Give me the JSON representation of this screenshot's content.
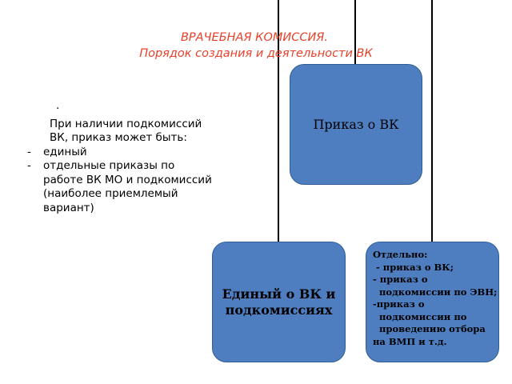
{
  "title": {
    "line1": "ВРАЧЕБНАЯ  КОМИССИЯ.",
    "line2": "Порядок создания и деятельности ВК"
  },
  "left_text": {
    "dot": ".",
    "intro": "При наличии подкомиссий ВК, приказ может быть:",
    "items": [
      {
        "dash": "-",
        "text": "единый"
      },
      {
        "dash": "-",
        "text": "отдельные приказы по работе ВК МО и подкомиссий (наиболее приемлемый вариант)"
      }
    ]
  },
  "diagram": {
    "top_node": "Приказ о ВК",
    "left_node": "Единый о ВК и подкомиссиях",
    "right_node_lines": [
      "Отдельно:",
      " - приказ о ВК;",
      "- приказ о",
      "  подкомиссии по ЭВН;",
      "-приказ о",
      "  подкомиссии по",
      "  проведению отбора",
      "на ВМП и т.д."
    ]
  },
  "colors": {
    "title": "#e8412a",
    "node_fill": "#4f7ec0",
    "node_border": "#2f5d98",
    "connector": "#000000"
  }
}
